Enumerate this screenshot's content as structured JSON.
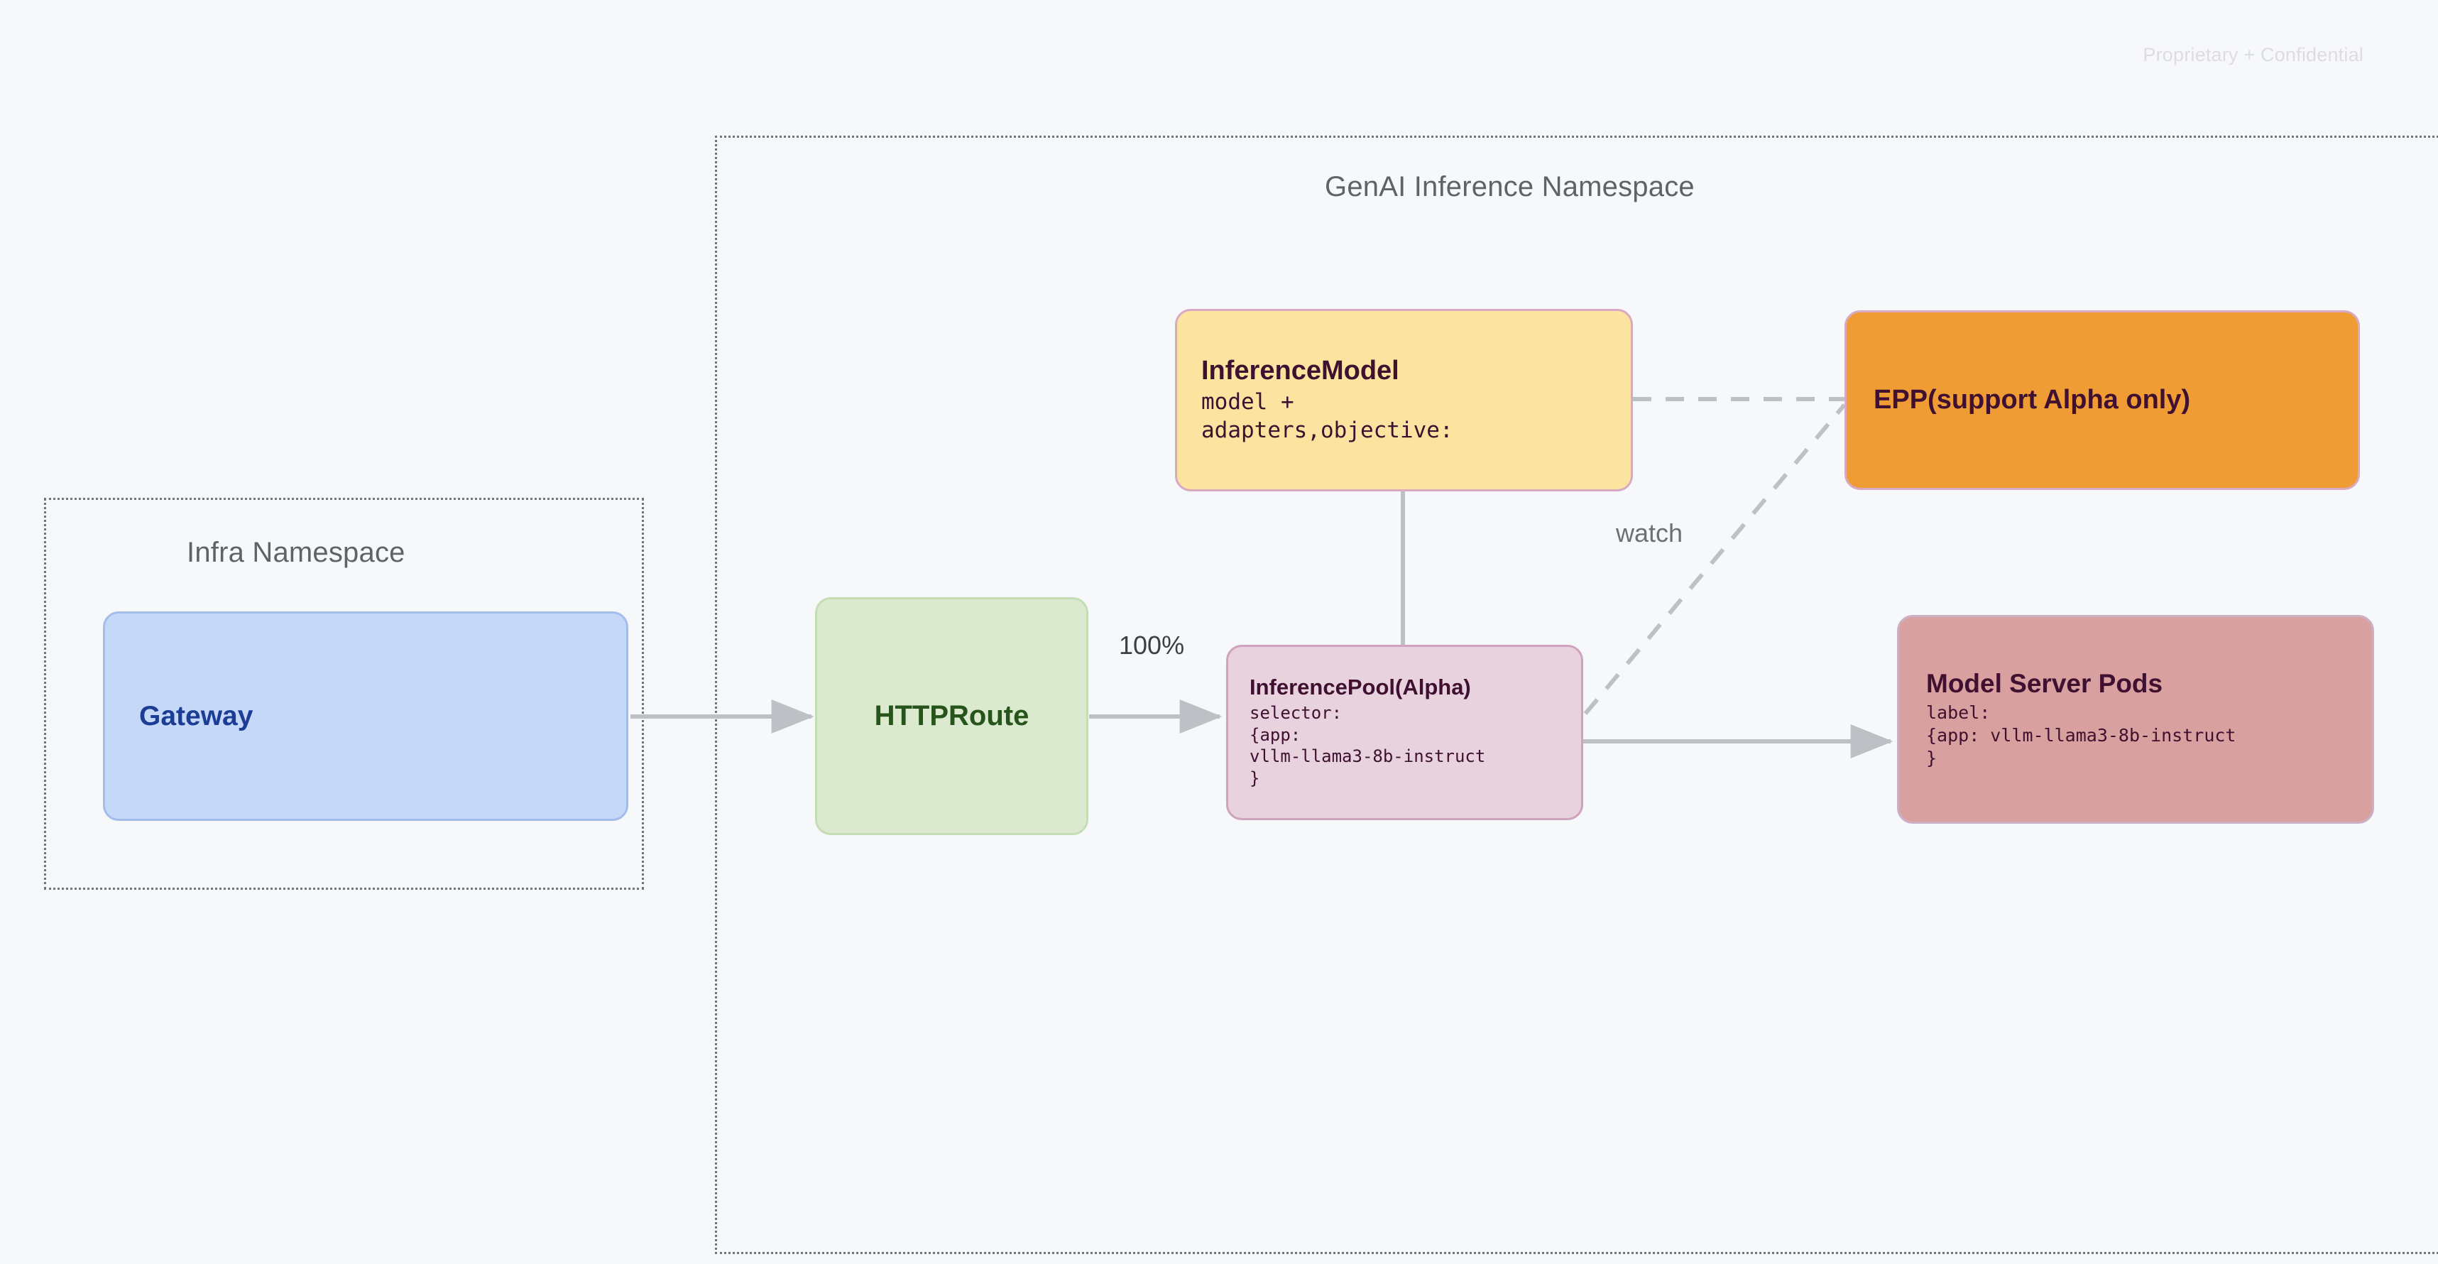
{
  "watermark": "Proprietary + Confidential",
  "colors": {
    "page_background": "#f7f8fa",
    "gateway_fill": "#c6d8f7",
    "gateway_text": "#1b3d96",
    "httproute_fill": "#dbeacf",
    "httproute_text": "#27541a",
    "inferencemodel_fill": "#fbe4a0",
    "inferencepool_fill": "#e7d2de",
    "epp_fill": "#f09c35",
    "pods_fill": "#d9a0a0",
    "node_text_dark": "#3f1030",
    "connector": "#bdc1c6",
    "namespace_border": "#70757b",
    "namespace_title": "#5f6368"
  },
  "namespaces": [
    {
      "id": "infra",
      "title": "Infra Namespace"
    },
    {
      "id": "genai",
      "title": "GenAI Inference Namespace"
    }
  ],
  "nodes": {
    "gateway": {
      "title": "Gateway",
      "sub": ""
    },
    "httproute": {
      "title": "HTTPRoute",
      "sub": ""
    },
    "inferencemodel": {
      "title": "InferenceModel",
      "sub": "model +\nadapters,objective:"
    },
    "inferencepool": {
      "title": "InferencePool(Alpha)",
      "sub": "selector:\n{app:\nvllm-llama3-8b-instruct\n}"
    },
    "epp": {
      "title": "EPP(support Alpha only)",
      "sub": ""
    },
    "pods": {
      "title": "Model Server Pods",
      "sub": "label:\n{app: vllm-llama3-8b-instruct\n}"
    }
  },
  "edges": {
    "gateway_to_httproute": {
      "label": "",
      "style": "solid-arrow"
    },
    "httproute_to_inferencepool": {
      "label": "100%",
      "style": "solid-arrow"
    },
    "inferencemodel_to_pool": {
      "label": "",
      "style": "solid-line"
    },
    "inferencepool_to_pods": {
      "label": "",
      "style": "solid-arrow"
    },
    "inferencemodel_to_epp": {
      "label": "",
      "style": "dashed"
    },
    "inferencepool_to_epp": {
      "label": "watch",
      "style": "dashed"
    }
  }
}
